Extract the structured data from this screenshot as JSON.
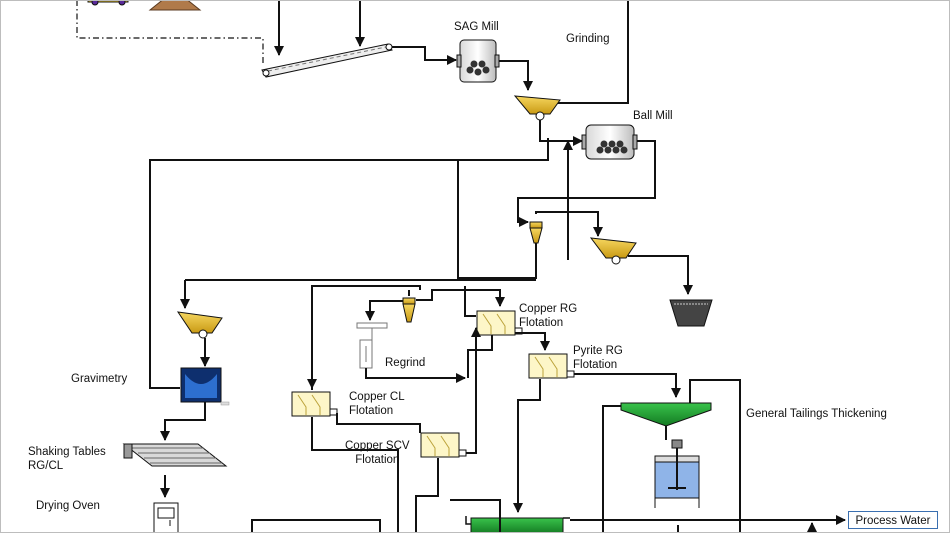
{
  "labels": {
    "sag_mill": "SAG Mill",
    "grinding": "Grinding",
    "ball_mill": "Ball Mill",
    "copper_rg_flotation": "Copper RG\nFlotation",
    "pyrite_rg_flotation": "Pyrite RG\nFlotation",
    "regrind": "Regrind",
    "gravimetry": "Gravimetry",
    "copper_cl_flotation": "Copper CL\nFlotation",
    "copper_scv_flotation": "Copper SCV\nFlotation",
    "general_tailings_thickening": "General Tailings Thickening",
    "shaking_tables": "Shaking Tables\nRG/CL",
    "drying_oven": "Drying Oven",
    "process_water": "Process Water"
  },
  "colors": {
    "line": "#111111",
    "hopper_gold": "#e8b828",
    "flotation_cell": "#fdf6c8",
    "thickener_green": "#1e9a2e",
    "process_water_border": "#3a6fb0",
    "tank_blue": "#8fb4e8"
  }
}
